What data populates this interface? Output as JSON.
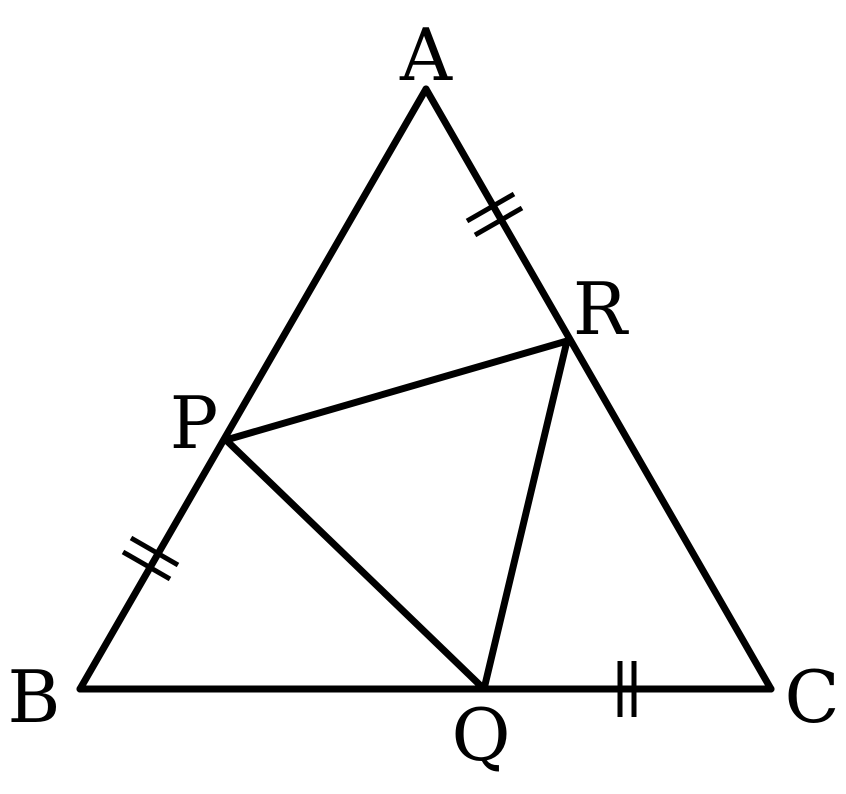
{
  "diagram": {
    "vertices": {
      "A": "A",
      "B": "B",
      "C": "C",
      "P": "P",
      "Q": "Q",
      "R": "R"
    },
    "segments": [
      "AB",
      "BC",
      "CA",
      "PQ",
      "QR",
      "RP"
    ],
    "equal_segments": [
      "BP",
      "CQ",
      "AR"
    ],
    "stroke_color": "#000000",
    "background": "#ffffff"
  }
}
